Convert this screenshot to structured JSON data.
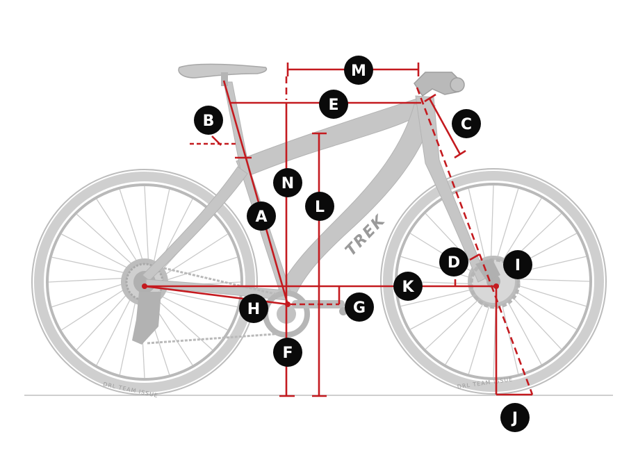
{
  "diagram": {
    "frame_brand": "TREK",
    "tire_text": "DRL TEAM ISSUE",
    "measurements": [
      {
        "id": "a",
        "label": "A"
      },
      {
        "id": "b",
        "label": "B"
      },
      {
        "id": "c",
        "label": "C"
      },
      {
        "id": "d",
        "label": "D"
      },
      {
        "id": "e",
        "label": "E"
      },
      {
        "id": "f",
        "label": "F"
      },
      {
        "id": "g",
        "label": "G"
      },
      {
        "id": "h",
        "label": "H"
      },
      {
        "id": "i",
        "label": "I"
      },
      {
        "id": "j",
        "label": "J"
      },
      {
        "id": "k",
        "label": "K"
      },
      {
        "id": "l",
        "label": "L"
      },
      {
        "id": "m",
        "label": "M"
      },
      {
        "id": "n",
        "label": "N"
      }
    ],
    "colors": {
      "measure_red": "#c41a1f",
      "bike_gray": "#c6c6c6",
      "bike_dark": "#a8a8a8",
      "ground": "#bdbdbd",
      "badge_fill": "#0a0a0a",
      "badge_text": "#ffffff"
    }
  }
}
